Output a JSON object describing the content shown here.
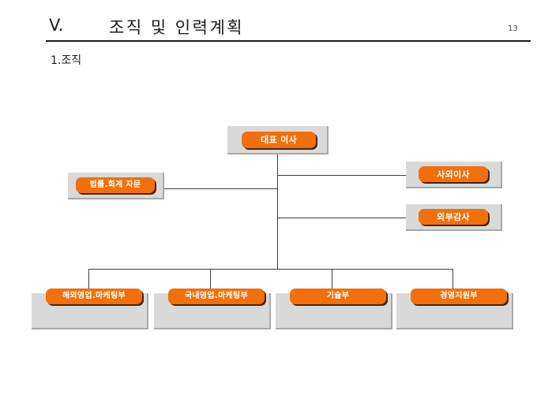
{
  "slide": {
    "page_number": "13",
    "title_numeral": "V.",
    "title_text": "조직 및 인력계획",
    "subtitle": "1.조직"
  },
  "colors": {
    "accent_orange": "#f2700b",
    "panel_gray": "#d9d9d9",
    "panel_edge": "#a8a8a8",
    "pill_shadow": "#4a2408",
    "line": "#3d3d3d",
    "text_dark": "#1a1a1a",
    "pill_text": "#ffffff"
  },
  "org_chart": {
    "root": {
      "label": "대표 이사"
    },
    "staff_left": [
      {
        "label": "법률.회계 자문"
      }
    ],
    "staff_right": [
      {
        "label": "사외이사"
      },
      {
        "label": "외부감사"
      }
    ],
    "departments": [
      {
        "label": "해외영업.마케팅부"
      },
      {
        "label": "국내영업.마케팅부"
      },
      {
        "label": "기술부"
      },
      {
        "label": "경영지원부"
      }
    ]
  }
}
